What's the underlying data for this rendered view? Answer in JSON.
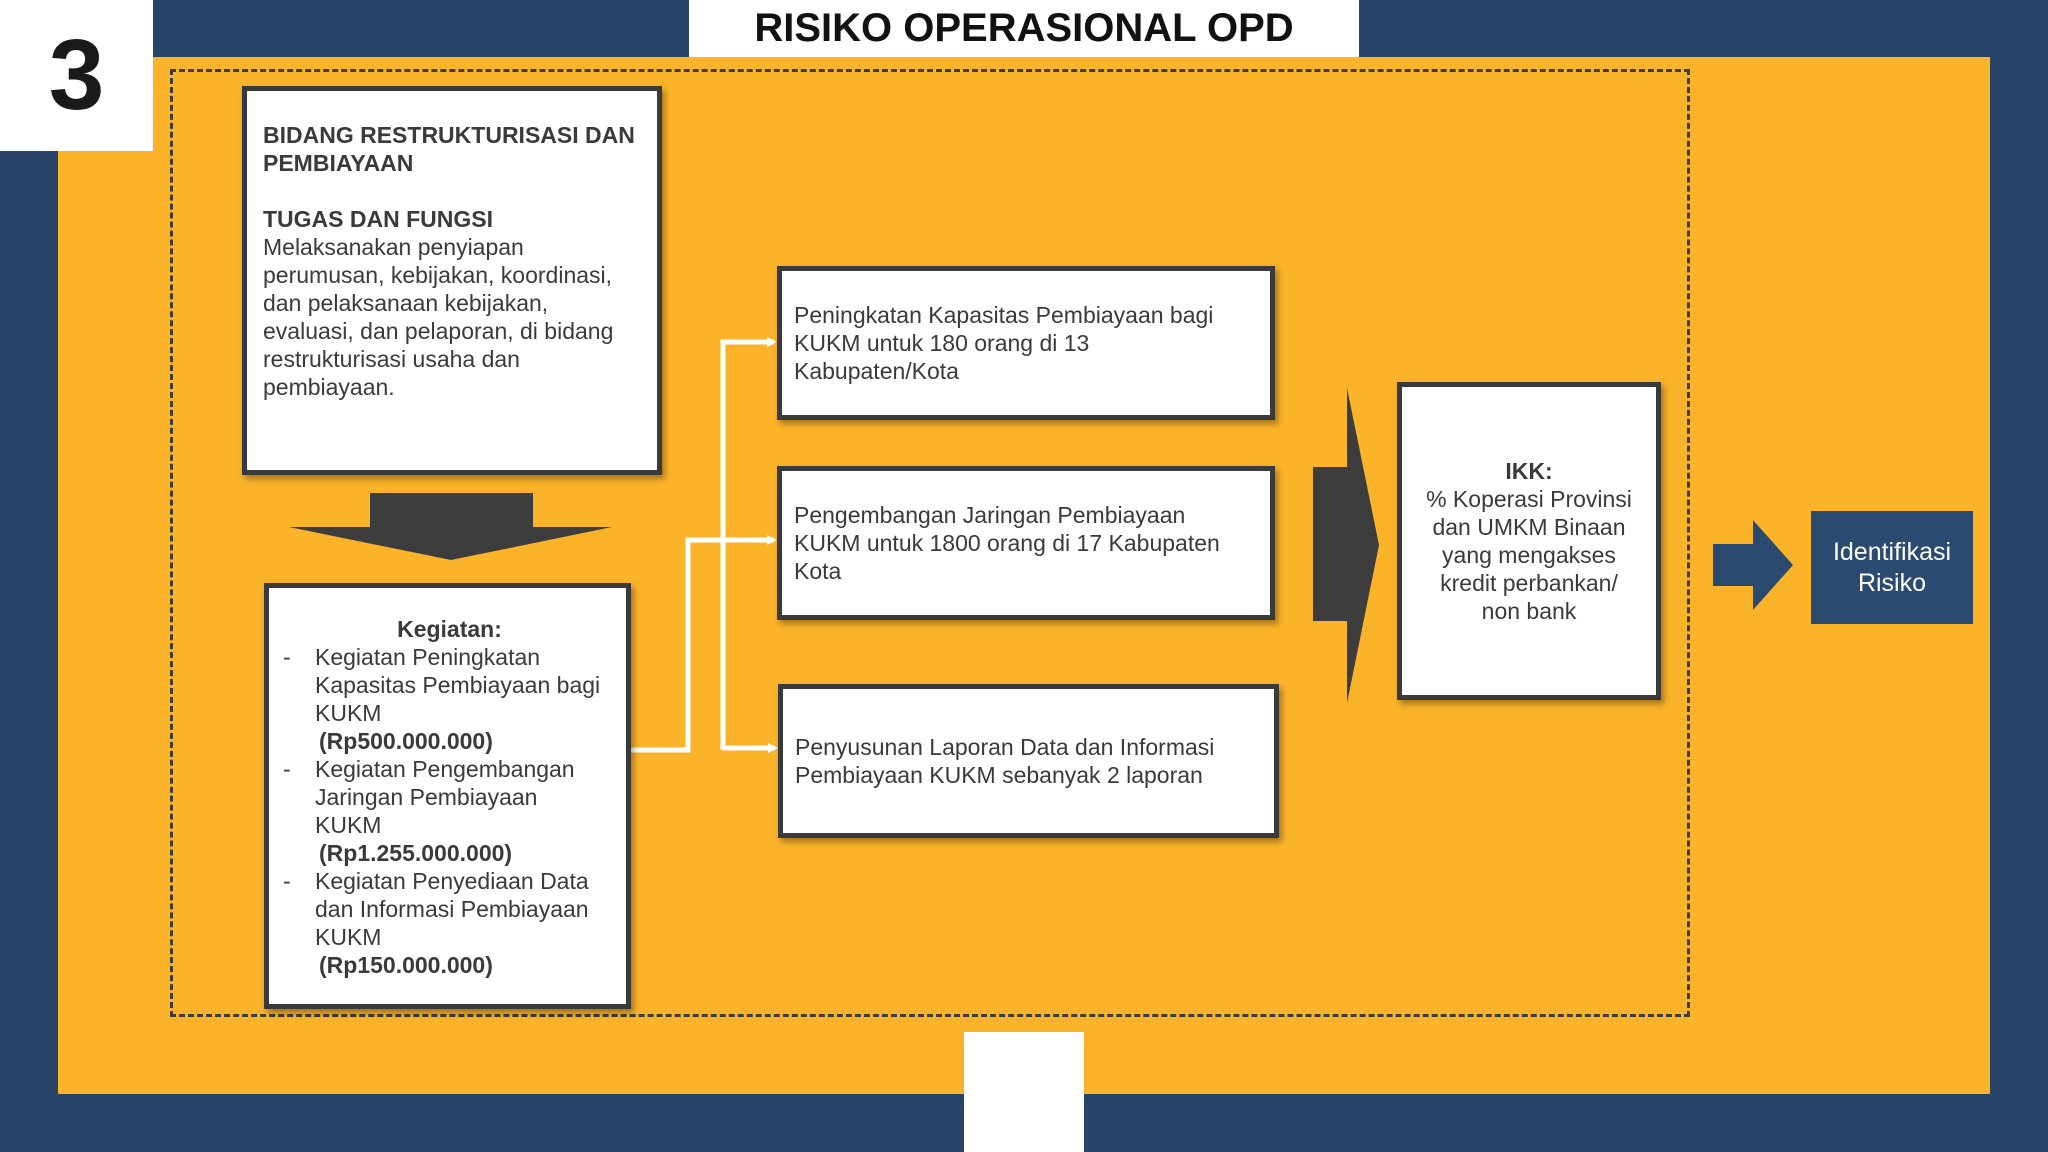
{
  "slide_number": "3",
  "title": "RISIKO OPERASIONAL OPD",
  "bidang": {
    "name_line1": "BIDANG RESTRUKTURISASI DAN",
    "name_line2": "PEMBIAYAAN",
    "tugas_heading": "TUGAS DAN FUNGSI",
    "tugas_lines": [
      "Melaksanakan penyiapan",
      "perumusan, kebijakan, koordinasi,",
      "dan pelaksanaan kebijakan,",
      "evaluasi, dan pelaporan, di bidang",
      "restrukturisasi usaha dan",
      "pembiayaan."
    ]
  },
  "kegiatan": {
    "heading": "Kegiatan:",
    "items": [
      {
        "lines": [
          "Kegiatan Peningkatan",
          "Kapasitas Pembiayaan bagi",
          "KUKM"
        ],
        "amount": "(Rp500.000.000)"
      },
      {
        "lines": [
          "Kegiatan Pengembangan",
          "Jaringan Pembiayaan",
          "KUKM"
        ],
        "amount": "(Rp1.255.000.000)"
      },
      {
        "lines": [
          "Kegiatan Penyediaan Data",
          "dan Informasi Pembiayaan",
          "KUKM"
        ],
        "amount": "(Rp150.000.000)"
      }
    ]
  },
  "outputs": [
    {
      "lines": [
        "Peningkatan Kapasitas Pembiayaan bagi",
        "KUKM untuk 180 orang di 13",
        "Kabupaten/Kota"
      ]
    },
    {
      "lines": [
        "Pengembangan Jaringan Pembiayaan",
        "KUKM untuk 1800 orang di 17 Kabupaten",
        "Kota"
      ]
    },
    {
      "lines": [
        "Penyusunan Laporan Data dan Informasi",
        "Pembiayaan KUKM sebanyak 2 laporan"
      ]
    }
  ],
  "ikk": {
    "heading": "IKK:",
    "lines": [
      "% Koperasi Provinsi",
      "dan UMKM Binaan",
      "yang mengakses",
      "kredit perbankan/",
      "non bank"
    ]
  },
  "identifikasi": {
    "line1": "Identifikasi",
    "line2": "Risiko"
  },
  "colors": {
    "background": "#294468",
    "panel": "#fbb329",
    "box_border": "#3a3a3a",
    "accent_box": "#2b4a70"
  }
}
